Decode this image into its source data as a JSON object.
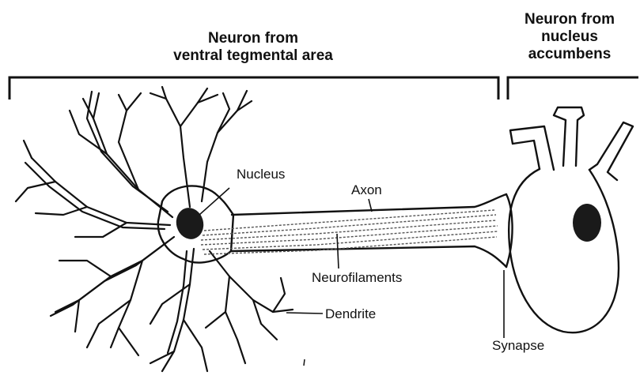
{
  "titles": {
    "vta": {
      "line1": "Neuron from",
      "line2": "ventral tegmental area"
    },
    "nacc": {
      "line1": "Neuron from",
      "line2": "nucleus",
      "line3": "accumbens"
    }
  },
  "labels": {
    "nucleus": "Nucleus",
    "axon": "Axon",
    "neurofilaments": "Neurofilaments",
    "dendrite": "Dendrite",
    "synapse": "Synapse"
  },
  "colors": {
    "ink": "#111111",
    "nucleus_fill": "#1a1a1a",
    "background": "#ffffff"
  }
}
